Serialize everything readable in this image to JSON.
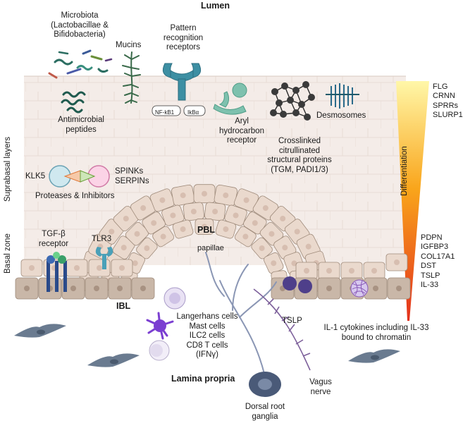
{
  "labels": {
    "lumen": "Lumen",
    "microbiota": [
      "Microbiota",
      "(Lactobacillae &",
      "Bifidobacteria)"
    ],
    "mucins": "Mucins",
    "prr": [
      "Pattern",
      "recognition",
      "receptors"
    ],
    "nfkb": "NF-kB1",
    "ikba": "IkBα",
    "amp": [
      "Antimicrobial",
      "peptides"
    ],
    "ahr": [
      "Aryl",
      "hydrocarbon",
      "receptor"
    ],
    "crosslinked": [
      "Crosslinked",
      "citrullinated",
      "structural proteins",
      "(TGM, PADI1/3)"
    ],
    "desmosomes": "Desmosomes",
    "klk5": "KLK5",
    "spinks": [
      "SPINKs",
      "SERPINs"
    ],
    "proteases": "Proteases & Inhibitors",
    "suprabasal": "Suprabasal layers",
    "basal": "Basal zone",
    "differentiation": "Differentiation",
    "tgfb": [
      "TGF-β",
      "receptor"
    ],
    "tlr3": "TLR3",
    "pbl": "PBL",
    "papillae": "papillae",
    "ibl": "IBL",
    "immune_cells": [
      "Langerhans cells",
      "Mast cells",
      "ILC2 cells",
      "CD8 T cells",
      "(IFNγ)"
    ],
    "tslp": "TSLP",
    "il1": [
      "IL-1 cytokines including IL-33",
      "bound to chromatin"
    ],
    "lamina": "Lamina propria",
    "vagus": [
      "Vagus",
      "nerve"
    ],
    "drg": [
      "Dorsal root",
      "ganglia"
    ]
  },
  "markers_top": [
    "FLG",
    "CRNN",
    "SPRRs",
    "SLURP1"
  ],
  "markers_bottom": [
    "PDPN",
    "IGFBP3",
    "COL17A1",
    "DST",
    "TSLP",
    "IL-33"
  ],
  "colors": {
    "gradient_top": "#fff27a",
    "gradient_mid": "#f9a51b",
    "gradient_bottom": "#e8351f",
    "cell_fill": "#ead9cd",
    "cell_stroke": "#9f8b7b",
    "basal_cell": "#c9b7a8",
    "layer_bg": "#f3ebe7",
    "receptor_teal": "#3d8fa3",
    "nerve_gray": "#7a8aa6",
    "vagus_purple": "#7c5f9a",
    "immune_purple": "#7b3fd1",
    "fibroblast": "#6a7b90"
  }
}
